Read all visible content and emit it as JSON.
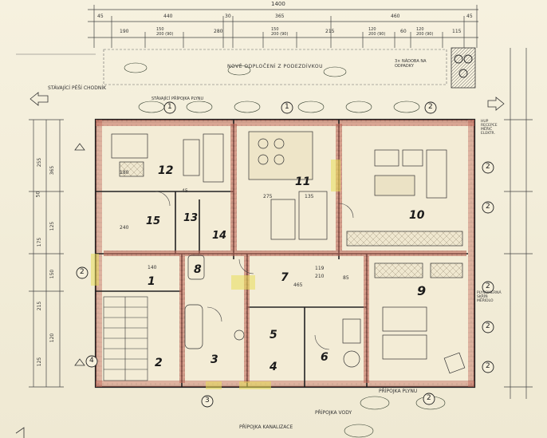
{
  "plan": {
    "overall_dimension": "1400",
    "top_dimensions_row1": [
      "45",
      "440",
      "30",
      "365",
      "460",
      "45"
    ],
    "top_dimensions_row2": [
      "190",
      "150\n200 (90)",
      "280",
      "150\n200 (90)",
      "215",
      "120\n200 (90)",
      "60",
      "120\n200 (90)",
      "115"
    ],
    "annotations": {
      "new_paving": "NOVÉ ODPLOČENÍ Z PODEZDÍVKOU",
      "waste_bins": "3× NÁDOBA NA ODPADKY",
      "existing_footpath": "STÁVAJÍCÍ PĚŠÍ CHODNÍK",
      "existing_gas": "STÁVAJÍCÍ PŘÍPOJKA PLYNU",
      "gas_connection": "PŘÍPOJKA PLYNU",
      "water_connection": "PŘÍPOJKA VODY",
      "sewer_connection": "PŘÍPOJKA KANALIZACE",
      "meter_box_right": "HUP RECEPCE MĚŘIČ ELEKTR.",
      "meter_box_mid": "PLYNOMĚRNÁ SKŘÍŇ MĚŘIDLO"
    },
    "rooms": [
      "1",
      "2",
      "3",
      "4",
      "5",
      "6",
      "7",
      "8",
      "9",
      "10",
      "11",
      "12",
      "13",
      "14",
      "15"
    ],
    "window_markers": [
      "1",
      "1",
      "2",
      "2",
      "2",
      "2",
      "2",
      "2",
      "2",
      "3",
      "4",
      "2"
    ],
    "interior_dimensions": [
      "275",
      "135",
      "240",
      "465",
      "140",
      "210",
      "119",
      "180",
      "45",
      "85"
    ],
    "left_dimensions": [
      "365",
      "255",
      "50",
      "125",
      "175",
      "150",
      "215",
      "120",
      "125"
    ]
  }
}
